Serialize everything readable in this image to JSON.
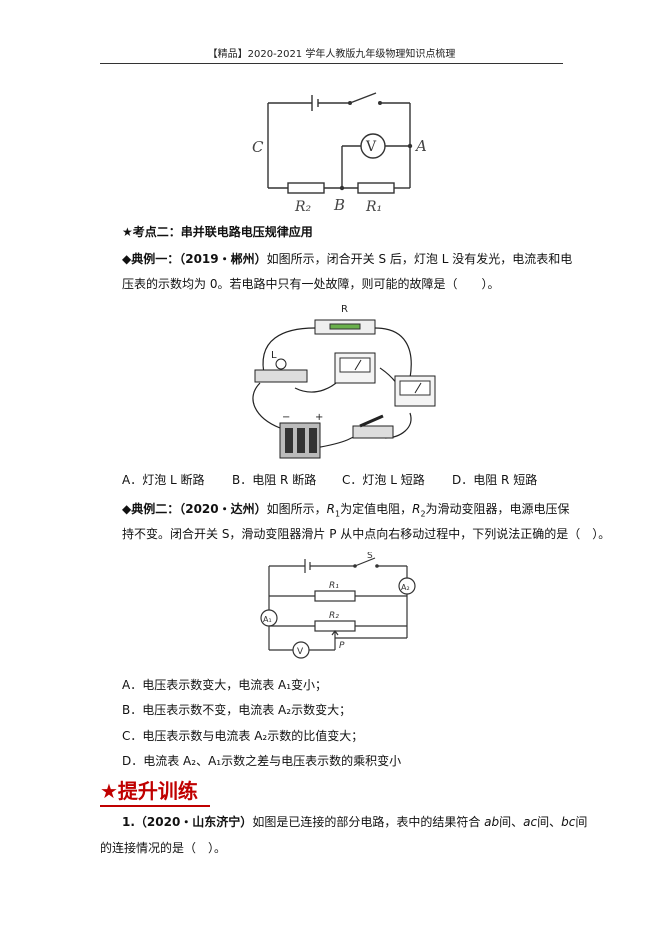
{
  "header": {
    "title": "【精品】2020-2021 学年人教版九年级物理知识点梳理"
  },
  "figure1": {
    "labels": {
      "c": "C",
      "a": "A",
      "b": "B",
      "r2": "R₂",
      "r1": "R₁",
      "v": "V"
    }
  },
  "section2": {
    "title": "★考点二：串并联电路电压规律应用",
    "example1": {
      "prefix": "◆典例一：（2019・郴州）",
      "line1_rest": "如图所示，闭合开关 S 后，灯泡 L 没有发光，电流表和电",
      "line2": "压表的示数均为 0。若电路中只有一处故障，则可能的故障是（　　）。",
      "figure_labels": {
        "r": "R",
        "l": "L"
      },
      "options": [
        "A．灯泡 L 断路",
        "B．电阻 R 断路",
        "C．灯泡 L 短路",
        "D．电阻 R 短路"
      ]
    },
    "example2": {
      "prefix": "◆典例二：（2020・达州）",
      "line1_a": "如图所示，",
      "r1": "R",
      "r1_sub": "1",
      "line1_b": "为定值电阻，",
      "r2": "R",
      "r2_sub": "2",
      "line1_c": "为滑动变阻器，电源电压保",
      "line2": "持不变。闭合开关 S，滑动变阻器滑片 P 从中点向右移动过程中，下列说法正确的是（　）。",
      "figure_labels": {
        "s": "S",
        "a2": "A₂",
        "a1": "A₁",
        "r1": "R₁",
        "r2": "R₂",
        "v": "V",
        "p": "P"
      },
      "options": [
        "A．电压表示数变大，电流表 A₁变小；",
        "B．电压表示数不变，电流表 A₂示数变大；",
        "C．电压表示数与电流表 A₂示数的比值变大；",
        "D．电流表 A₂、A₁示数之差与电压表示数的乘积变小"
      ]
    }
  },
  "section3": {
    "heading": "★提升训练",
    "q1": {
      "prefix": "1.（2020・山东济宁）",
      "line1_a": "如图是已连接的部分电路，表中的结果符合 ",
      "ab": "ab",
      "sep1": "间、",
      "ac": "ac",
      "sep2": "间、",
      "bc": "bc",
      "sep3": "间",
      "line2": "的连接情况的是（　）。"
    }
  }
}
